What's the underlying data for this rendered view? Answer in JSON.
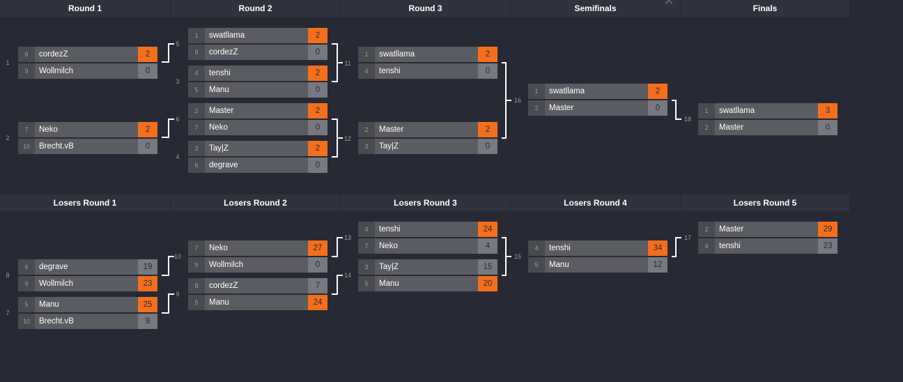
{
  "winners": {
    "headers": [
      "Round 1",
      "Round 2",
      "Round 3",
      "Semifinals",
      "Finals"
    ],
    "matches": [
      {
        "num": "1",
        "t1": {
          "seed": "8",
          "name": "cordezZ",
          "score": "2",
          "win": true
        },
        "t2": {
          "seed": "9",
          "name": "Wollmilch",
          "score": "0",
          "win": false
        }
      },
      {
        "num": "2",
        "t1": {
          "seed": "7",
          "name": "Neko",
          "score": "2",
          "win": true
        },
        "t2": {
          "seed": "10",
          "name": "Brecht.vB",
          "score": "0",
          "win": false
        }
      },
      {
        "num": "5",
        "t1": {
          "seed": "1",
          "name": "swatllama",
          "score": "2",
          "win": true
        },
        "t2": {
          "seed": "8",
          "name": "cordezZ",
          "score": "0",
          "win": false
        }
      },
      {
        "num": "3",
        "t1": {
          "seed": "4",
          "name": "tenshi",
          "score": "2",
          "win": true
        },
        "t2": {
          "seed": "5",
          "name": "Manu",
          "score": "0",
          "win": false
        }
      },
      {
        "num": "6",
        "t1": {
          "seed": "2",
          "name": "Master",
          "score": "2",
          "win": true
        },
        "t2": {
          "seed": "7",
          "name": "Neko",
          "score": "0",
          "win": false
        }
      },
      {
        "num": "4",
        "t1": {
          "seed": "3",
          "name": "Tay|Z",
          "score": "2",
          "win": true
        },
        "t2": {
          "seed": "6",
          "name": "degrave",
          "score": "0",
          "win": false
        }
      },
      {
        "num": "11",
        "t1": {
          "seed": "1",
          "name": "swatllama",
          "score": "2",
          "win": true
        },
        "t2": {
          "seed": "4",
          "name": "tenshi",
          "score": "0",
          "win": false
        }
      },
      {
        "num": "12",
        "t1": {
          "seed": "2",
          "name": "Master",
          "score": "2",
          "win": true
        },
        "t2": {
          "seed": "3",
          "name": "Tay|Z",
          "score": "0",
          "win": false
        }
      },
      {
        "num": "16",
        "t1": {
          "seed": "1",
          "name": "swatllama",
          "score": "2",
          "win": true
        },
        "t2": {
          "seed": "2",
          "name": "Master",
          "score": "0",
          "win": false
        }
      },
      {
        "num": "18",
        "t1": {
          "seed": "1",
          "name": "swatllama",
          "score": "3",
          "win": true
        },
        "t2": {
          "seed": "2",
          "name": "Master",
          "score": "0",
          "win": false
        }
      }
    ]
  },
  "losers": {
    "headers": [
      "Losers Round 1",
      "Losers Round 2",
      "Losers Round 3",
      "Losers Round 4",
      "Losers Round 5"
    ],
    "matches": [
      {
        "num": "8",
        "t1": {
          "seed": "6",
          "name": "degrave",
          "score": "19",
          "win": false
        },
        "t2": {
          "seed": "9",
          "name": "Wollmilch",
          "score": "23",
          "win": true
        }
      },
      {
        "num": "7",
        "t1": {
          "seed": "5",
          "name": "Manu",
          "score": "25",
          "win": true
        },
        "t2": {
          "seed": "10",
          "name": "Brecht.vB",
          "score": "9",
          "win": false
        }
      },
      {
        "num": "10",
        "t1": {
          "seed": "7",
          "name": "Neko",
          "score": "27",
          "win": true
        },
        "t2": {
          "seed": "9",
          "name": "Wollmilch",
          "score": "0",
          "win": false
        }
      },
      {
        "num": "9",
        "t1": {
          "seed": "8",
          "name": "cordezZ",
          "score": "7",
          "win": false
        },
        "t2": {
          "seed": "5",
          "name": "Manu",
          "score": "24",
          "win": true
        }
      },
      {
        "num": "13",
        "t1": {
          "seed": "4",
          "name": "tenshi",
          "score": "24",
          "win": true
        },
        "t2": {
          "seed": "7",
          "name": "Neko",
          "score": "4",
          "win": false
        }
      },
      {
        "num": "14",
        "t1": {
          "seed": "3",
          "name": "Tay|Z",
          "score": "15",
          "win": false
        },
        "t2": {
          "seed": "5",
          "name": "Manu",
          "score": "20",
          "win": true
        }
      },
      {
        "num": "15",
        "t1": {
          "seed": "4",
          "name": "tenshi",
          "score": "34",
          "win": true
        },
        "t2": {
          "seed": "5",
          "name": "Manu",
          "score": "12",
          "win": false
        }
      },
      {
        "num": "17",
        "t1": {
          "seed": "2",
          "name": "Master",
          "score": "29",
          "win": true
        },
        "t2": {
          "seed": "4",
          "name": "tenshi",
          "score": "23",
          "win": false
        }
      }
    ]
  },
  "icons": {
    "close": "close-icon"
  },
  "colors": {
    "background": "#272a34",
    "header": "#30333e",
    "team": "#5b5c62",
    "seed": "#4a4b51",
    "score": "#787980",
    "win": "#f46f1c"
  }
}
